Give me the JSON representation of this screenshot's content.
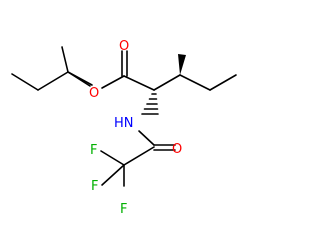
{
  "molecule": {
    "atoms": {
      "ester_o_double": {
        "label": "O",
        "color": "#ff0000"
      },
      "ester_o_single": {
        "label": "O",
        "color": "#ff0000"
      },
      "amide_n": {
        "label": "HN",
        "color": "#0000ff"
      },
      "amide_o": {
        "label": "O",
        "color": "#ff0000"
      },
      "f_top": {
        "label": "F",
        "color": "#00b000"
      },
      "f_left": {
        "label": "F",
        "color": "#00b000"
      },
      "f_bottom": {
        "label": "F",
        "color": "#00b000"
      }
    },
    "colors": {
      "bond": "#000000",
      "oxygen": "#ff0000",
      "nitrogen": "#0000ff",
      "fluorine": "#00b000"
    }
  }
}
